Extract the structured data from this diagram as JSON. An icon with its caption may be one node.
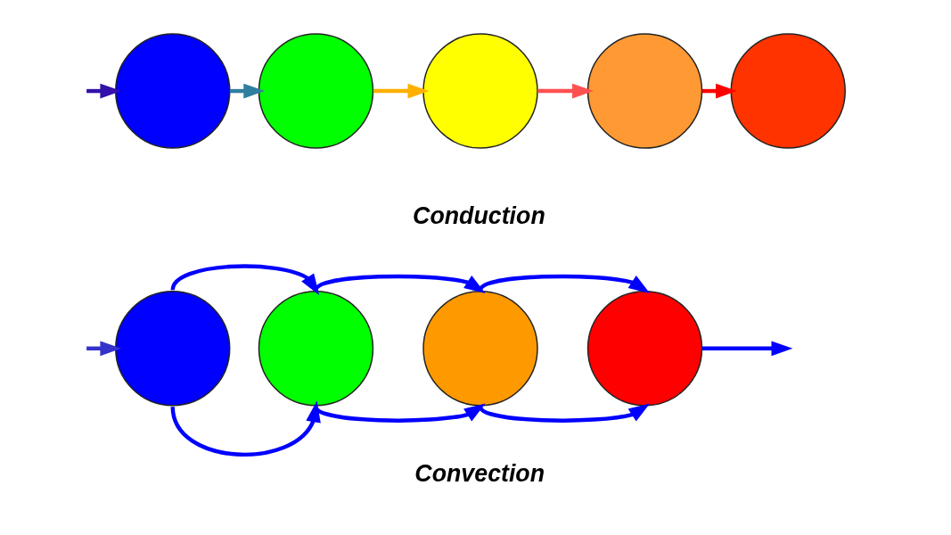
{
  "diagram": {
    "nodes": [
      {
        "text": [],
        "shape": "circle"
      },
      {
        "text": [],
        "shape": "circle"
      },
      {
        "text": [],
        "shape": "circle"
      },
      {
        "text": [],
        "shape": "circle"
      },
      {
        "text": [],
        "shape": "circle"
      },
      {
        "text": [],
        "shape": "circle"
      },
      {
        "text": [],
        "shape": "circle"
      },
      {
        "text": [],
        "shape": "circle"
      },
      {
        "text": [],
        "shape": "circle"
      }
    ],
    "edges": [
      {
        "from": null,
        "to": 0,
        "arrow": "to",
        "color": "#3311aa"
      },
      {
        "from": 0,
        "to": 1,
        "arrow": "to",
        "color": "#2f7f9f"
      },
      {
        "from": 1,
        "to": 2,
        "arrow": "to",
        "color": "#ffb000"
      },
      {
        "from": 2,
        "to": 3,
        "arrow": "to",
        "color": "#ff5050"
      },
      {
        "from": 3,
        "to": 4,
        "arrow": "to",
        "color": "#ff0000"
      },
      {
        "from": null,
        "to": 5,
        "arrow": "to",
        "color": "#3333cc"
      },
      {
        "from": 5,
        "to": 6,
        "arrow": "to"
      },
      {
        "from": 5,
        "to": 6,
        "arrow": "to"
      },
      {
        "from": 6,
        "to": 7,
        "arrow": "to"
      },
      {
        "from": 6,
        "to": 7,
        "arrow": "to"
      },
      {
        "from": 7,
        "to": 8,
        "arrow": "to"
      },
      {
        "from": 7,
        "to": 8,
        "arrow": "to"
      },
      {
        "from": 8,
        "to": null,
        "arrow": "to"
      }
    ],
    "labels": [
      "Conduction",
      "Convection"
    ]
  }
}
